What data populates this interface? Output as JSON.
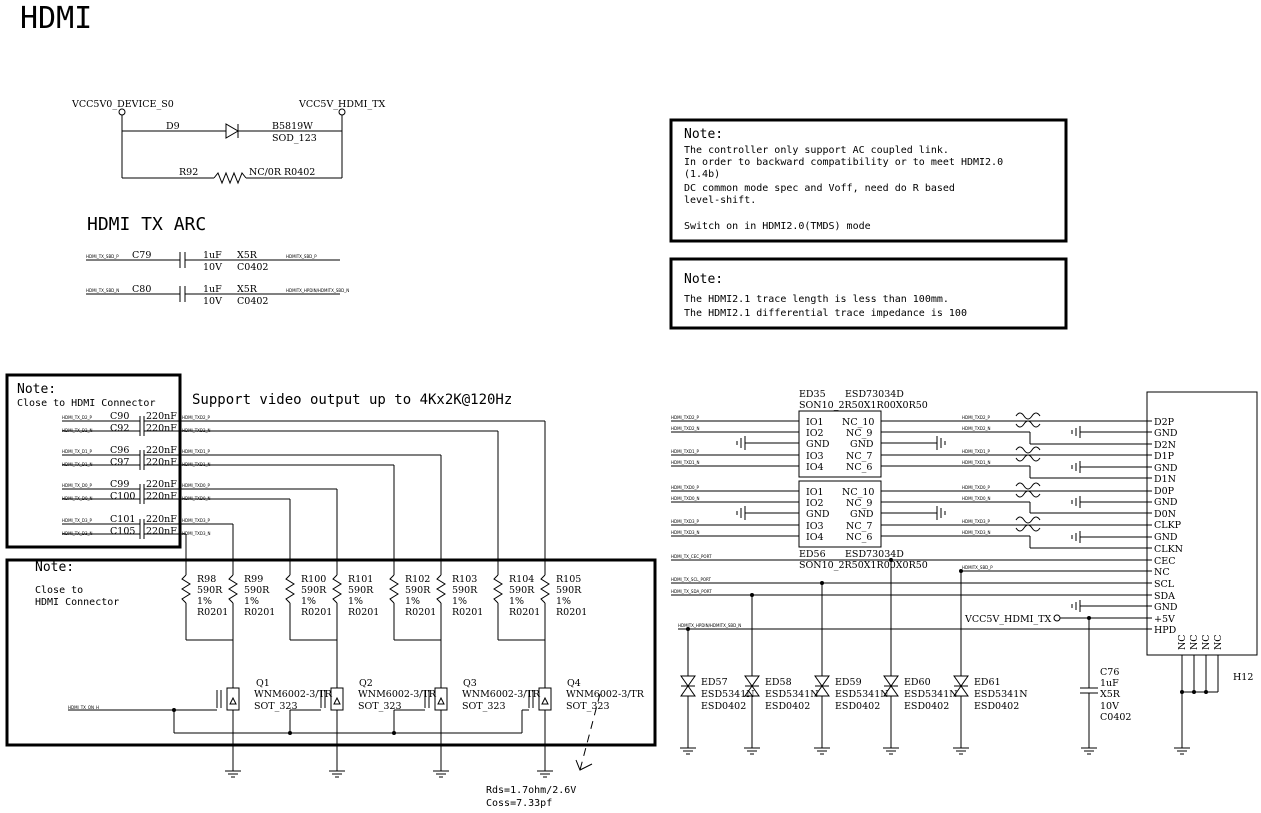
{
  "title": "HDMI",
  "power": {
    "vcc_in": "VCC5V0_DEVICE_S0",
    "vcc_out": "VCC5V_HDMI_TX",
    "diode_ref": "D9",
    "diode_part": "B5819W",
    "diode_pkg": "SOD_123",
    "res_ref": "R92",
    "res_val": "NC/0R R0402"
  },
  "arc": {
    "heading": "HDMI TX ARC",
    "caps": [
      {
        "ref": "C79",
        "net_in": "HDMI_TX_SBD_P",
        "val": "1uF",
        "volt": "10V",
        "type": "X5R",
        "pkg": "C0402",
        "net_out": "HDMITX_SBD_P"
      },
      {
        "ref": "C80",
        "net_in": "HDMI_TX_SBD_N",
        "val": "1uF",
        "volt": "10V",
        "type": "X5R",
        "pkg": "C0402",
        "net_out": "HDMITX_HPDIN/HDMITX_SBD_N"
      }
    ]
  },
  "notes": {
    "note1": {
      "heading": "Note:",
      "lines": [
        "The controller only support AC coupled link.",
        "In order to backward compatibility or to meet HDMI2.0",
        "(1.4b)",
        "DC common mode spec and Voff, need do R based",
        "level-shift.",
        "",
        "Switch on in HDMI2.0(TMDS) mode"
      ]
    },
    "note2": {
      "heading": "Note:",
      "lines": [
        "The HDMI2.1 trace length is less than 100mm.",
        "The HDMI2.1 differential trace impedance is 100"
      ]
    },
    "note3": {
      "heading": "Note:",
      "line": "Close to HDMI Connector"
    },
    "note4": {
      "heading": "Note:",
      "line1": "Close to",
      "line2": "HDMI Connector"
    },
    "support": "Support video output up to 4Kx2K@120Hz",
    "rds": "Rds=1.7ohm/2.6V",
    "coss": "Coss=7.33pf"
  },
  "ac_caps": [
    {
      "ref": "C90",
      "val": "220nF",
      "net_in": "HDMI_TX_D2_P",
      "net_out": "HDMI_TXD2_P"
    },
    {
      "ref": "C92",
      "val": "220nF",
      "net_in": "HDMI_TX_D2_N",
      "net_out": "HDMI_TXD2_N"
    },
    {
      "ref": "C96",
      "val": "220nF",
      "net_in": "HDMI_TX_D1_P",
      "net_out": "HDMI_TXD1_P"
    },
    {
      "ref": "C97",
      "val": "220nF",
      "net_in": "HDMI_TX_D1_N",
      "net_out": "HDMI_TXD1_N"
    },
    {
      "ref": "C99",
      "val": "220nF",
      "net_in": "HDMI_TX_D0_P",
      "net_out": "HDMI_TXD0_P"
    },
    {
      "ref": "C100",
      "val": "220nF",
      "net_in": "HDMI_TX_D0_N",
      "net_out": "HDMI_TXD0_N"
    },
    {
      "ref": "C101",
      "val": "220nF",
      "net_in": "HDMI_TX_D3_P",
      "net_out": "HDMI_TXD3_P"
    },
    {
      "ref": "C105",
      "val": "220nF",
      "net_in": "HDMI_TX_D3_N",
      "net_out": "HDMI_TXD3_N"
    }
  ],
  "resistors": [
    {
      "ref": "R98",
      "val": "590R",
      "tol": "1%",
      "pkg": "R0201"
    },
    {
      "ref": "R99",
      "val": "590R",
      "tol": "1%",
      "pkg": "R0201"
    },
    {
      "ref": "R100",
      "val": "590R",
      "tol": "1%",
      "pkg": "R0201"
    },
    {
      "ref": "R101",
      "val": "590R",
      "tol": "1%",
      "pkg": "R0201"
    },
    {
      "ref": "R102",
      "val": "590R",
      "tol": "1%",
      "pkg": "R0201"
    },
    {
      "ref": "R103",
      "val": "590R",
      "tol": "1%",
      "pkg": "R0201"
    },
    {
      "ref": "R104",
      "val": "590R",
      "tol": "1%",
      "pkg": "R0201"
    },
    {
      "ref": "R105",
      "val": "590R",
      "tol": "1%",
      "pkg": "R0201"
    }
  ],
  "mosfets": [
    {
      "ref": "Q1",
      "part": "WNM6002-3/TR",
      "pkg": "SOT_323"
    },
    {
      "ref": "Q2",
      "part": "WNM6002-3/TR",
      "pkg": "SOT_323"
    },
    {
      "ref": "Q3",
      "part": "WNM6002-3/TR",
      "pkg": "SOT_323"
    },
    {
      "ref": "Q4",
      "part": "WNM6002-3/TR",
      "pkg": "SOT_323"
    }
  ],
  "tx_on_net": "HDMI_TX_ON_H",
  "esd_chips": [
    {
      "ref": "ED35",
      "part": "ESD73034D",
      "pkg": "SON10_2R50X1R00X0R50",
      "left": [
        "IO1",
        "IO2",
        "GND",
        "IO3",
        "IO4"
      ],
      "right": [
        "NC_10",
        "NC_9",
        "GND",
        "NC_7",
        "NC_6"
      ]
    },
    {
      "ref": "ED56",
      "part": "ESD73034D",
      "pkg": "SON10_2R50X1R00X0R50",
      "left": [
        "IO1",
        "IO2",
        "GND",
        "IO3",
        "IO4"
      ],
      "right": [
        "NC_10",
        "NC_9",
        "GND",
        "NC_7",
        "NC_6"
      ]
    }
  ],
  "esd_nets_left": [
    "HDMI_TXD2_P",
    "HDMI_TXD2_N",
    "HDMI_TXD1_P",
    "HDMI_TXD1_N",
    "HDMI_TXD0_P",
    "HDMI_TXD0_N",
    "HDMI_TXD3_P",
    "HDMI_TXD3_N"
  ],
  "esd_nets_right": [
    "HDMI_TXD2_P",
    "HDMI_TXD2_N",
    "HDMI_TXD1_P",
    "HDMI_TXD1_N",
    "HDMI_TXD0_P",
    "HDMI_TXD0_N",
    "HDMI_TXD3_P",
    "HDMI_TXD3_N"
  ],
  "ctrl_nets": {
    "cec": "HDMI_TX_CEC_PORT",
    "hpd_sbd": "HDMITX_SBD_P",
    "scl": "HDMI_TX_SCL_PORT",
    "sda": "HDMI_TX_SDA_PORT",
    "hpd": "HDMITX_HPDIN/HDMITX_SBD_N",
    "vcc": "VCC5V_HDMI_TX"
  },
  "connector": {
    "ref": "H12",
    "pins": [
      "D2P",
      "GND",
      "D2N",
      "D1P",
      "GND",
      "D1N",
      "D0P",
      "GND",
      "D0N",
      "CLKP",
      "GND",
      "CLKN",
      "CEC",
      "NC",
      "SCL",
      "SDA",
      "GND",
      "+5V",
      "HPD"
    ],
    "nc_pins": [
      "NC",
      "NC",
      "NC",
      "NC"
    ]
  },
  "esd_diodes": [
    {
      "ref": "ED57",
      "part": "ESD5341N",
      "pkg": "ESD0402"
    },
    {
      "ref": "ED58",
      "part": "ESD5341N",
      "pkg": "ESD0402"
    },
    {
      "ref": "ED59",
      "part": "ESD5341N",
      "pkg": "ESD0402"
    },
    {
      "ref": "ED60",
      "part": "ESD5341N",
      "pkg": "ESD0402"
    },
    {
      "ref": "ED61",
      "part": "ESD5341N",
      "pkg": "ESD0402"
    }
  ],
  "c76": {
    "ref": "C76",
    "val": "1uF",
    "type": "X5R",
    "volt": "10V",
    "pkg": "C0402"
  }
}
